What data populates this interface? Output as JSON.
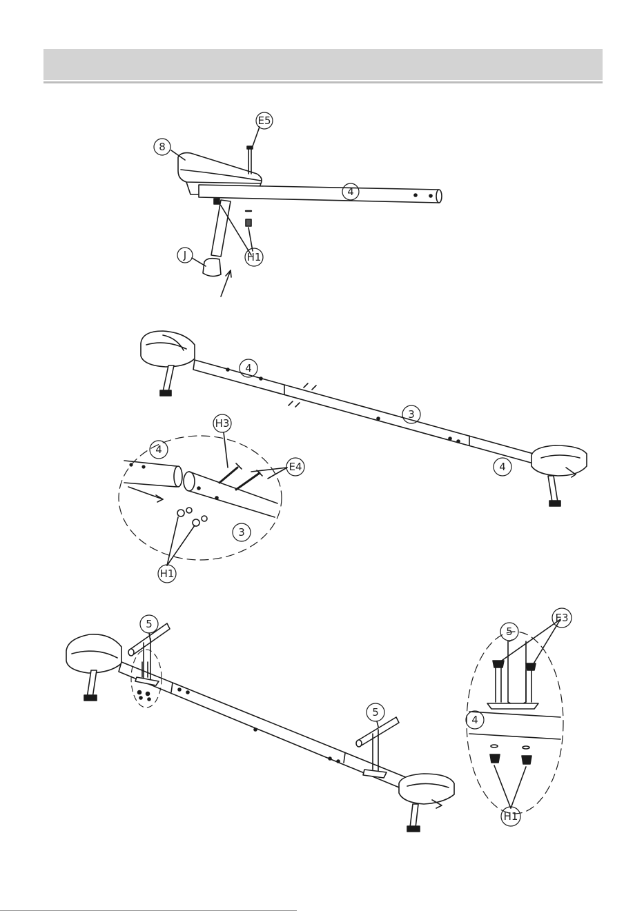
{
  "labels": {
    "step1": {
      "p8": "8",
      "e5": "E5",
      "p4": "4",
      "h1": "H1",
      "j": "J"
    },
    "step2": {
      "p4_left": "4",
      "p3": "3",
      "p4_right": "4"
    },
    "detail2": {
      "h3": "H3",
      "p4": "4",
      "e4": "E4",
      "p3": "3",
      "h1": "H1"
    },
    "step3": {
      "p5_left": "5",
      "p5_right": "5"
    },
    "detail3": {
      "p5": "5",
      "e3": "E3",
      "p4": "4",
      "h1": "H1"
    }
  },
  "colors": {
    "header": "#d3d3d3",
    "line": "#1a1a1a"
  }
}
